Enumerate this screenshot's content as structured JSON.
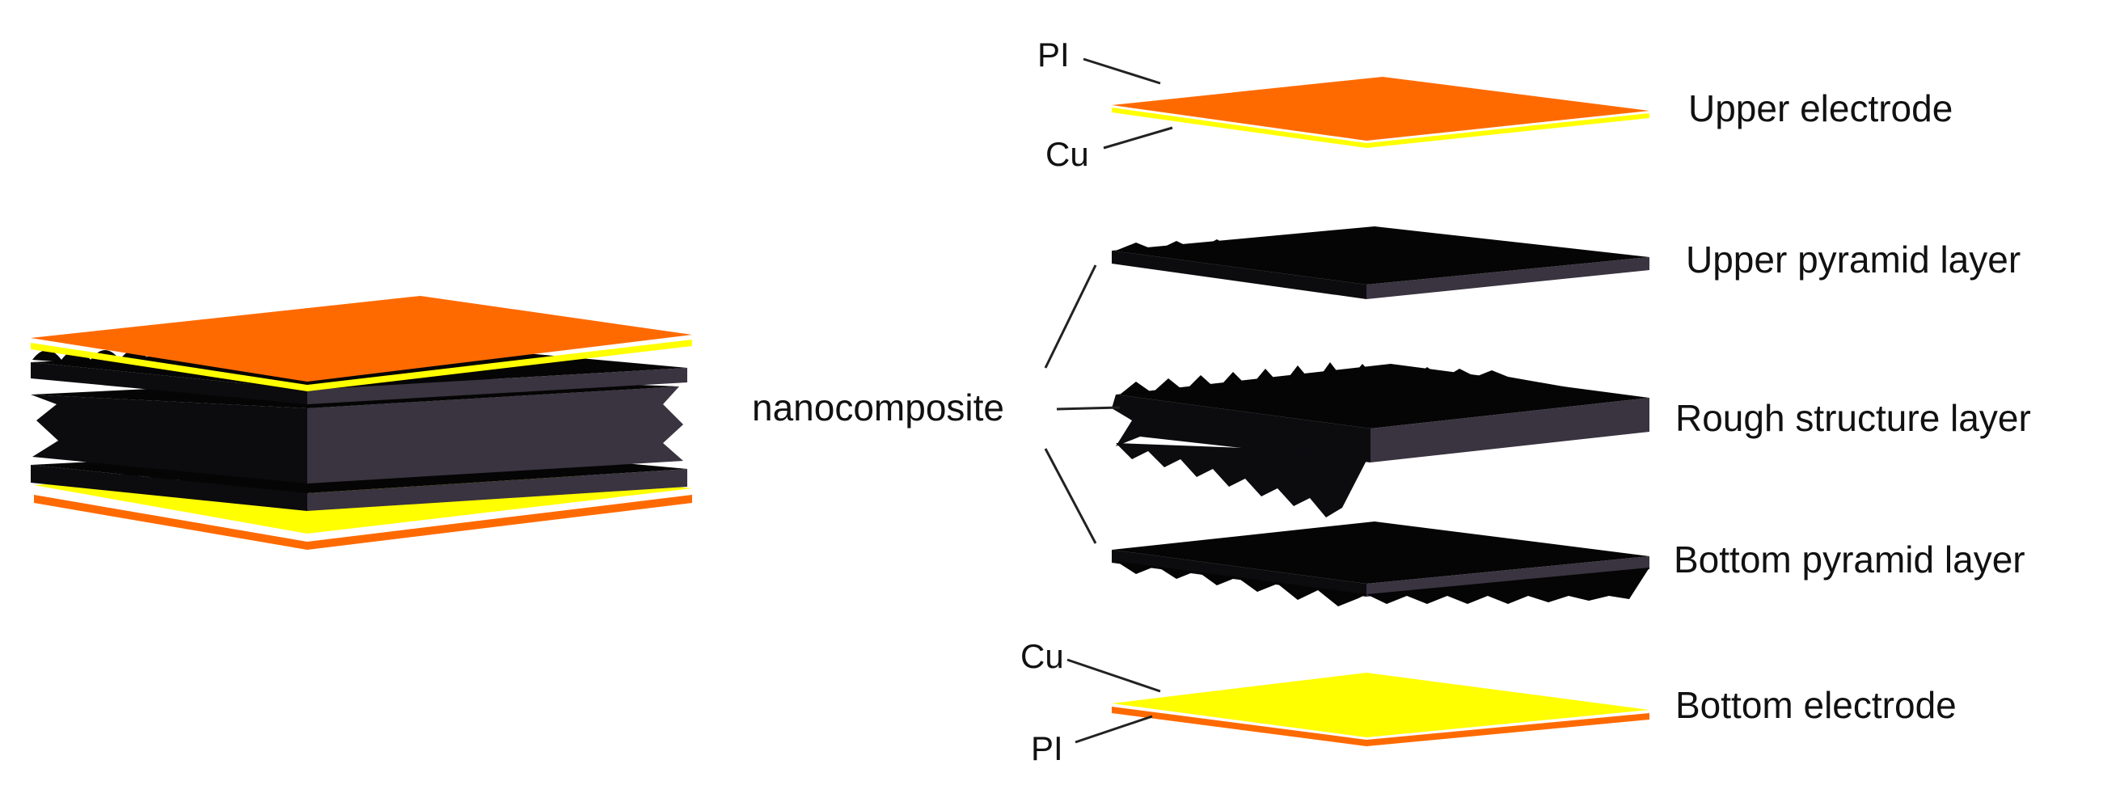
{
  "colors": {
    "pi": "#ff6a00",
    "cu": "#ffff00",
    "black_top": "#050505",
    "black_side": "#3a3340",
    "black_front": "#0c0b0e"
  },
  "labels": {
    "upper_electrode": "Upper electrode",
    "upper_pyramid": "Upper pyramid layer",
    "rough": "Rough structure layer",
    "bottom_pyramid": "Bottom pyramid layer",
    "bottom_electrode": "Bottom electrode",
    "nanocomposite": "nanocomposite",
    "pi_top": "PI",
    "cu_top": "Cu",
    "cu_bottom": "Cu",
    "pi_bottom": "PI"
  }
}
